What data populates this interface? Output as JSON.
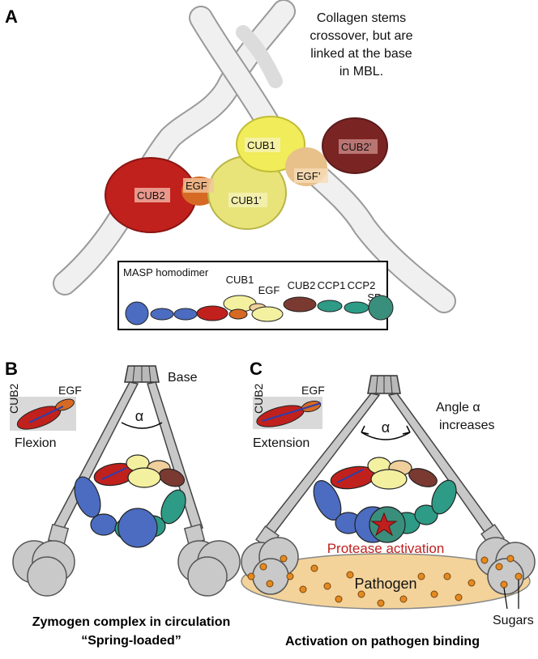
{
  "panel_a": {
    "letter": "A",
    "note_lines": [
      "Collagen stems",
      "crossover, but are",
      "linked at the base",
      "in MBL."
    ],
    "domain_labels": {
      "cub1": "CUB1",
      "cub1p": "CUB1’",
      "cub2": "CUB2",
      "cub2p": "CUB2’",
      "egf": "EGF",
      "egfp": "EGF’"
    },
    "homodimer_box": {
      "title": "MASP homodimer",
      "labels": [
        "CUB1",
        "EGF",
        "CUB2",
        "CCP1",
        "CCP2",
        "SP"
      ]
    }
  },
  "panel_b": {
    "letter": "B",
    "base_label": "Base",
    "alpha": "α",
    "inset_labels": [
      "CUB2",
      "EGF"
    ],
    "state": "Flexion",
    "caption_lines": [
      "Zymogen complex in circulation",
      "“Spring-loaded”"
    ]
  },
  "panel_c": {
    "letter": "C",
    "alpha": "α",
    "angle_lines": [
      "Angle α",
      "increases"
    ],
    "inset_labels": [
      "CUB2",
      "EGF"
    ],
    "state": "Extension",
    "protease": "Protease activation",
    "pathogen": "Pathogen",
    "sugars": "Sugars",
    "caption": "Activation on pathogen binding"
  },
  "colors": {
    "cub1": "#f3f0a0",
    "egf": "#f0cf9c",
    "cub2": "#c0211d",
    "ccp": "#2e9b86",
    "sp": "#3a8f7c",
    "blue": "#4b6cc0",
    "dark_red": "#7a3a32",
    "orange_egf": "#d66a24",
    "collagen": "#cfcfcf",
    "pathogen_fill": "#f3d39a",
    "sugar": "#e48a20",
    "protease_text": "#c11f1f"
  }
}
